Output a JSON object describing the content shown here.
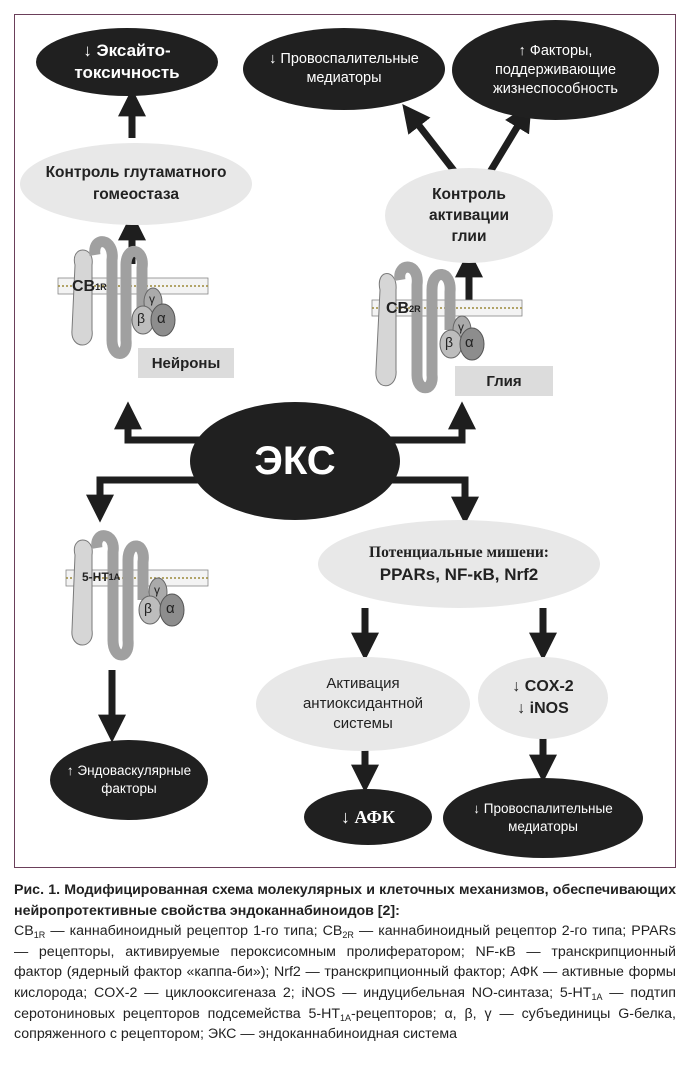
{
  "nodes": {
    "excitotoxicity": "↓ Эксайто-\nтоксичность",
    "glutamate_control": "Контроль глутаматного\nгомеостаза",
    "proinflam_top": "↓ Провоспалительные\nмедиаторы",
    "survival_factors": "↑ Факторы,\nподдерживающие\nжизнеспособность",
    "glia_control": "Контроль\nактивации\nглии",
    "eks": "ЭКС",
    "targets_line1": "Потенциальные мишени:",
    "targets_line2": "PPARs, NF-κB, Nrf2",
    "antioxidant": "Активация\nантиоксидантной\nсистемы",
    "cox_inos": "↓ COX-2\n↓ iNOS",
    "endovascular": "↑ Эндоваскулярные\nфакторы",
    "afk": "↓ АФК",
    "proinflam_bottom": "↓ Провоспалительные\nмедиаторы"
  },
  "receptors": {
    "cb1": {
      "base": "CB",
      "sub": "1R"
    },
    "cb2": {
      "base": "CB",
      "sub": "2R"
    },
    "ht": {
      "base": "5-HT",
      "sub": "1A"
    },
    "beta": "β",
    "gamma": "γ",
    "alpha": "α"
  },
  "cell_labels": {
    "neurons": "Нейроны",
    "glia": "Глия"
  },
  "caption": {
    "title": "Рис. 1. Модифицированная схема молекулярных и клеточных механизмов, обеспечивающих нейропротективные свойства эндоканнабиноидов [2]:",
    "cb1_base": "CB",
    "cb1_sub": "1R",
    "cb1_text": " — каннабиноидный рецептор 1-го типа; ",
    "cb2_base": "CB",
    "cb2_sub": "2R",
    "cb2_text": " — каннабиноидный рецептор 2-го типа; PPARs — рецепторы, активируемые пероксисомным пролифератором; NF-κB — транскрипционный фактор (ядерный фактор «каппа-би»); Nrf2 — транскрипционный фактор; АФК — активные формы кислорода; COX-2 — циклооксигеназа 2; iNOS — индуцибельная NO-синтаза; ",
    "ht_base": "5-HT",
    "ht_sub": "1A",
    "ht_text": " — подтип серотониновых рецепторов подсемейства ",
    "ht2_base": "5-HT",
    "ht2_sub": "1A",
    "ht2_text": "-рецепторов;  α, β, γ — субъединицы G-белка, сопряженного с рецептором; ЭКС — эндоканнабиноидная система"
  },
  "colors": {
    "dark_node": "#202020",
    "light_node": "#e8e8e8",
    "frame": "#6b3f5a",
    "arrow": "#1e1e1e",
    "receptor_fill": "#d6d6d6",
    "gprotein_fill": "#9a9a9a",
    "lipid": "#b9a24a"
  }
}
